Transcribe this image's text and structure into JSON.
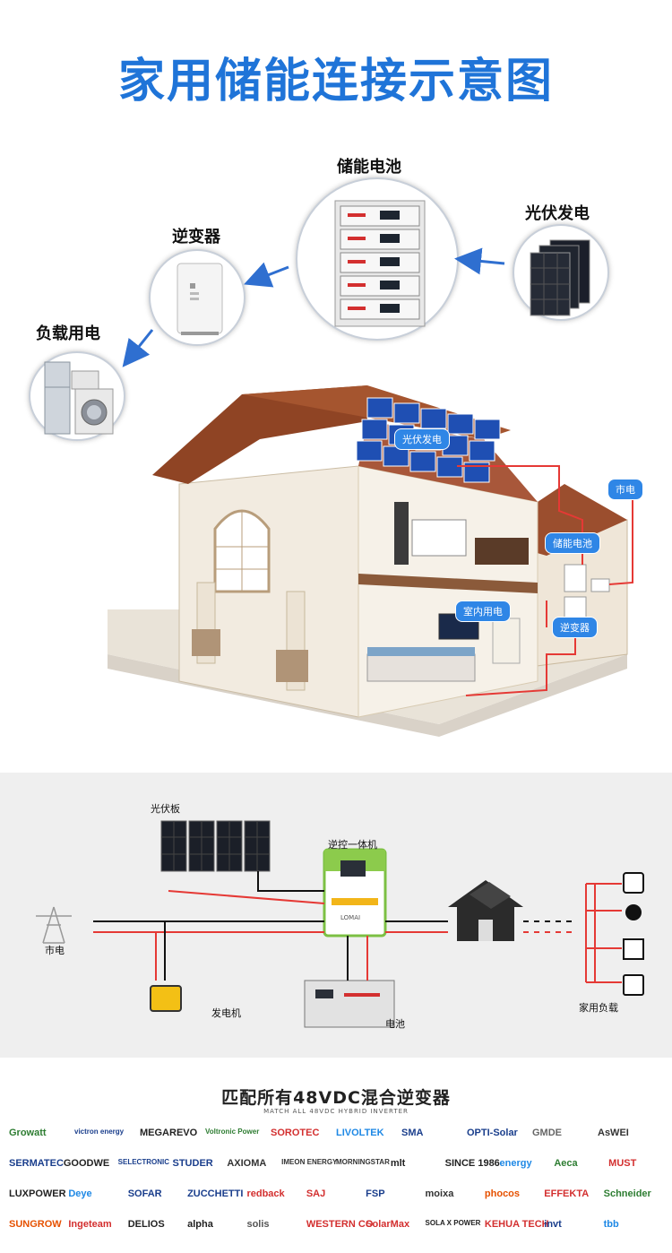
{
  "title": "家用储能连接示意图",
  "labels": {
    "battery": "储能电池",
    "pv": "光伏发电",
    "inverter": "逆变器",
    "load": "负载用电"
  },
  "house_tags": {
    "pv": "光伏发电",
    "grid": "市电",
    "battery": "储能电池",
    "indoor": "室内用电",
    "inverter": "逆变器"
  },
  "diagram2": {
    "panel": "光伏板",
    "inverter": "逆控一体机",
    "inverter_brand": "LOMAI",
    "grid": "市电",
    "generator": "发电机",
    "battery": "电池",
    "load": "家用负载"
  },
  "brands_section": {
    "title": "匹配所有48VDC混合逆变器",
    "subtitle": "MATCH ALL 48VDC HYBRID INVERTER"
  },
  "brands": [
    {
      "name": "Growatt",
      "color": "#2e7d32"
    },
    {
      "name": "victron energy",
      "color": "#1a3e8c"
    },
    {
      "name": "MEGAREVO",
      "color": "#222222"
    },
    {
      "name": "Voltronic Power",
      "color": "#2e7d32"
    },
    {
      "name": "SOROTEC",
      "color": "#d32f2f"
    },
    {
      "name": "LIVOLTEK",
      "color": "#1e88e5"
    },
    {
      "name": "SMA",
      "color": "#1a3e8c"
    },
    {
      "name": "OPTI-Solar",
      "color": "#1a3e8c"
    },
    {
      "name": "GMDE",
      "color": "#666666"
    },
    {
      "name": "AsWEI",
      "color": "#333333"
    },
    {
      "name": "SERMATEC",
      "color": "#1a3e8c"
    },
    {
      "name": "GOODWE",
      "color": "#222222"
    },
    {
      "name": "SELECTRONIC",
      "color": "#1a3e8c"
    },
    {
      "name": "STUDER",
      "color": "#1a3e8c"
    },
    {
      "name": "AXIOMA",
      "color": "#333333"
    },
    {
      "name": "IMEON ENERGY",
      "color": "#333333"
    },
    {
      "name": "MORNINGSTAR",
      "color": "#333333"
    },
    {
      "name": "mlt",
      "color": "#222222"
    },
    {
      "name": "SINCE 1986",
      "color": "#222222"
    },
    {
      "name": "energy",
      "color": "#1e88e5"
    },
    {
      "name": "Aeca",
      "color": "#2e7d32"
    },
    {
      "name": "MUST",
      "color": "#d32f2f"
    },
    {
      "name": "LUXPOWER",
      "color": "#222222"
    },
    {
      "name": "Deye",
      "color": "#1e88e5"
    },
    {
      "name": "SOFAR",
      "color": "#1a3e8c"
    },
    {
      "name": "ZUCCHETTI",
      "color": "#1a3e8c"
    },
    {
      "name": "redback",
      "color": "#d32f2f"
    },
    {
      "name": "SAJ",
      "color": "#d32f2f"
    },
    {
      "name": "FSP",
      "color": "#1a3e8c"
    },
    {
      "name": "moixa",
      "color": "#333333"
    },
    {
      "name": "phocos",
      "color": "#e65100"
    },
    {
      "name": "EFFEKTA",
      "color": "#d32f2f"
    },
    {
      "name": "Schneider",
      "color": "#2e7d32"
    },
    {
      "name": "SUNGROW",
      "color": "#e65100"
    },
    {
      "name": "Ingeteam",
      "color": "#d32f2f"
    },
    {
      "name": "DELIOS",
      "color": "#222222"
    },
    {
      "name": "alpha",
      "color": "#222222"
    },
    {
      "name": "solis",
      "color": "#555555"
    },
    {
      "name": "WESTERN CO",
      "color": "#d32f2f"
    },
    {
      "name": "SolarMax",
      "color": "#d32f2f"
    },
    {
      "name": "SOLA X POWER",
      "color": "#222222"
    },
    {
      "name": "KEHUA TECH",
      "color": "#d32f2f"
    },
    {
      "name": "invt",
      "color": "#1a3e8c"
    },
    {
      "name": "tbb",
      "color": "#1e88e5"
    }
  ]
}
